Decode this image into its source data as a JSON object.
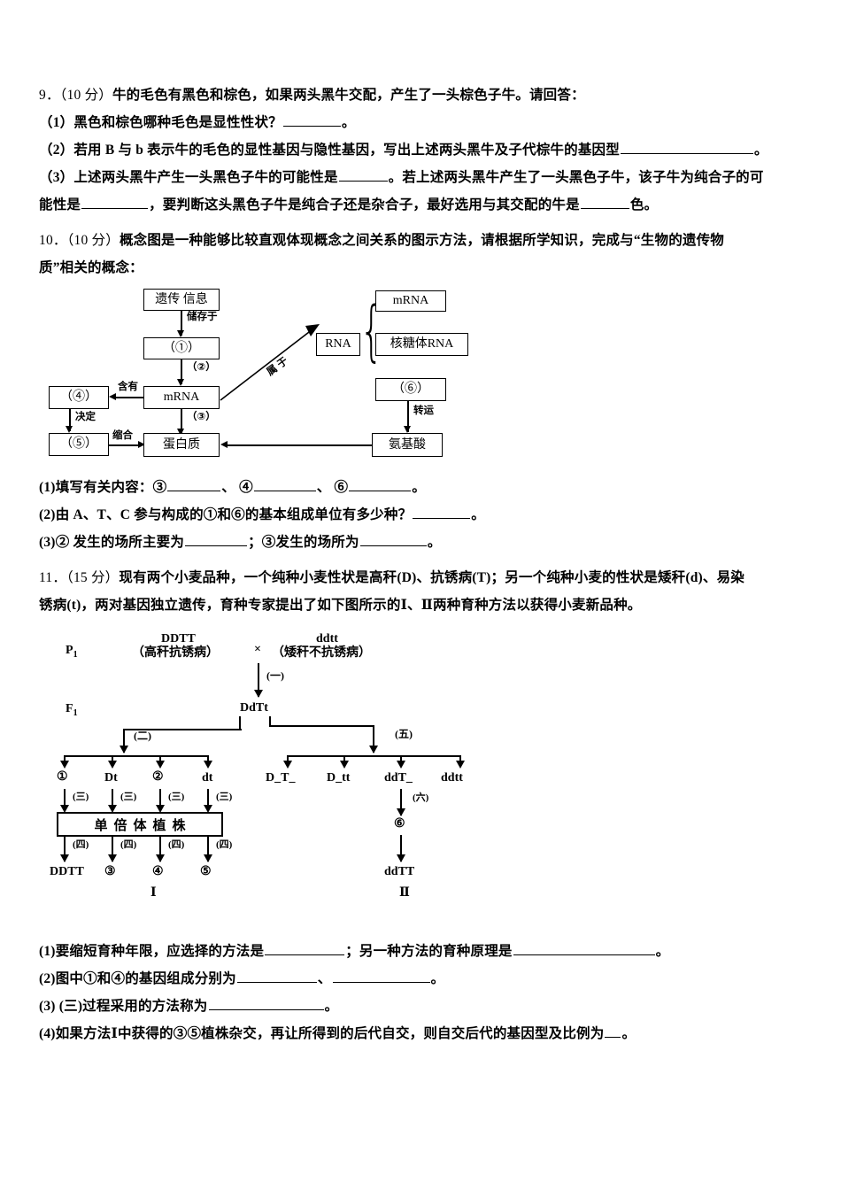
{
  "document": {
    "type": "exam-paper",
    "subject_hint": "生物"
  },
  "q9": {
    "number": "9．",
    "score": "（10 分）",
    "stem": "牛的毛色有黑色和棕色，如果两头黑牛交配，产生了一头棕色子牛。请回答：",
    "items": [
      {
        "label": "（1）",
        "text_before": "黑色和棕色哪种毛色是显性性状？",
        "text_after": "。"
      },
      {
        "label": "（2）",
        "text_before": "若用 B 与 b 表示牛的毛色的显性基因与隐性基因，写出上述两头黑牛及子代棕牛的基因型",
        "text_after": "。"
      },
      {
        "label": "（3）",
        "part1_before": "上述两头黑牛产生一头黑色子牛的可能性是",
        "part1_after": "。若上述两头黑牛产生了一头黑色子牛，该子牛为纯合子的可",
        "part2_before": "能性是",
        "part2_mid": "，要判断这头黑色子牛是纯合子还是杂合子，最好选用与其交配的牛是",
        "part2_after": "色。"
      }
    ]
  },
  "q10": {
    "number": "10．",
    "score": "（10 分）",
    "stem_line1": "概念图是一种能够比较直观体现概念之间关系的图示方法，请根据所学知识，完成与“生物的遗传物",
    "stem_line2": "质”相关的概念：",
    "diagram": {
      "nodes": {
        "genetic_info": "遗传 信息",
        "n1": "（①）",
        "mrna_center": "mRNA",
        "n4": "（④）",
        "n5": "（⑤）",
        "protein": "蛋白质",
        "rna": "RNA",
        "mrna_right": "mRNA",
        "rrna": "核糖体RNA",
        "n6": "（⑥）",
        "amino_acid": "氨基酸"
      },
      "edge_labels": {
        "stored_in": "储存于",
        "e2": "（②）",
        "e3": "（③）",
        "contains": "含有",
        "determines": "决定",
        "condensation": "缩合",
        "belongs_to": "属 于",
        "transport": "转运"
      }
    },
    "items": [
      {
        "label": "(1)",
        "text": "填写有关内容：③",
        "mid1": "、 ④",
        "mid2": "、 ⑥",
        "after": "。"
      },
      {
        "label": "(2)",
        "text_before": "由 A、T、C 参与构成的①和⑥的基本组成单位有多少种？",
        "text_after": "。"
      },
      {
        "label": "(3)",
        "part1_before": "② 发生的场所主要为",
        "part1_after": "；③发生的场所为",
        "part2_after": "。"
      }
    ]
  },
  "q11": {
    "number": "11．",
    "score": "（15 分）",
    "stem_line1": "现有两个小麦品种，一个纯种小麦性状是高秆(D)、抗锈病(T)；另一个纯种小麦的性状是矮秆(d)、易染",
    "stem_line2": "锈病(t)，两对基因独立遗传，育种专家提出了如下图所示的Ⅰ、Ⅱ两种育种方法以获得小麦新品种。",
    "diagram": {
      "p1_label": "P",
      "p1_sub": "1",
      "f1_label": "F",
      "f1_sub": "1",
      "parent_left_genotype": "DDTT",
      "parent_left_pheno": "（高秆抗锈病）",
      "cross_symbol": "×",
      "parent_right_genotype": "ddtt",
      "parent_right_pheno": "（矮秆不抗锈病）",
      "step1": "(一)",
      "f1_genotype": "DdTt",
      "step2": "(二)",
      "step5": "(五)",
      "gametes": [
        "①",
        "Dt",
        "②",
        "dt"
      ],
      "selfed_types": [
        "D_T_",
        "D_tt",
        "ddT_",
        "ddtt"
      ],
      "step3": "(三)",
      "haploid_box": "单倍体植株",
      "step4": "(四)",
      "step6": "(六)",
      "node6": "⑥",
      "results_left": [
        "DDTT",
        "③",
        "④",
        "⑤"
      ],
      "method_left": "Ⅰ",
      "result_right": "ddTT",
      "method_right": "Ⅱ"
    },
    "items": [
      {
        "label": "(1)",
        "part1_before": "要缩短育种年限，应选择的方法是",
        "part1_after": "；另一种方法的育种原理是",
        "part2_after": "。"
      },
      {
        "label": "(2)",
        "part1_before": "图中①和④的基因组成分别为",
        "part1_after": "、",
        "part2_after": "。"
      },
      {
        "label": "(3)",
        "text_before": " (三)过程采用的方法称为",
        "text_after": "。"
      },
      {
        "label": "(4)",
        "text_before": "如果方法Ⅰ中获得的③⑤植株杂交，再让所得到的后代自交，则自交后代的基因型及比例为",
        "text_after": "。"
      }
    ]
  }
}
